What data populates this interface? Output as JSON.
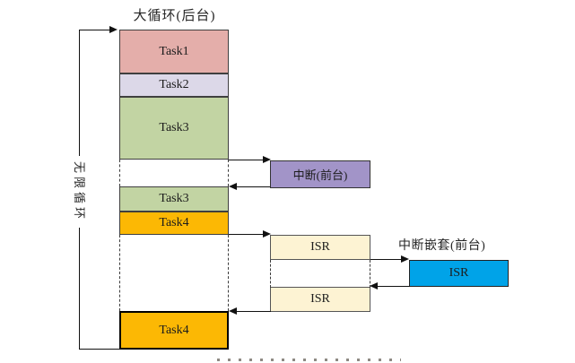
{
  "title": "大循环(后台)",
  "loop_label": "无限循环",
  "colors": {
    "task1": "#e4aeaa",
    "task2": "#dcd8e8",
    "task3": "#c2d4a3",
    "task4": "#fcb804",
    "interrupt": "#a294c8",
    "isr": "#fdf3d3",
    "nested_isr": "#00a3e8",
    "line": "#111111"
  },
  "background_column": {
    "tasks": [
      {
        "label": "Task1"
      },
      {
        "label": "Task2"
      },
      {
        "label": "Task3"
      },
      {
        "label": "Task3"
      },
      {
        "label": "Task4"
      },
      {
        "label": "Task4"
      }
    ]
  },
  "foreground": {
    "interrupt_label": "中断(前台)",
    "isr_top_label": "ISR",
    "isr_bottom_label": "ISR",
    "nested_title": "中断嵌套(前台)",
    "nested_isr_label": "ISR"
  }
}
